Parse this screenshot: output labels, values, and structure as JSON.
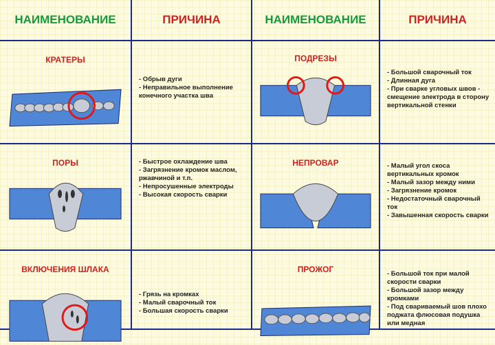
{
  "headers": [
    "НАИМЕНОВАНИЕ",
    "ПРИЧИНА",
    "НАИМЕНОВАНИЕ",
    "ПРИЧИНА"
  ],
  "defects": [
    {
      "name": "КРАТЕРЫ",
      "causes": [
        "- Обрыв дуги",
        "- Неправильное выполнение конечного участка шва"
      ]
    },
    {
      "name": "ПОДРЕЗЫ",
      "causes": [
        "- Большой сварочный ток",
        "- Длинная дуга",
        "- При сварке угловых швов - смещение электрода в сторону вертикальной стенки"
      ]
    },
    {
      "name": "ПОРЫ",
      "causes": [
        "- Быстрое охлаждение шва",
        "- Загрязнение кромок маслом, ржавчиной и т.п.",
        "- Непросушенные электроды",
        "- Высокая скорость сварки"
      ]
    },
    {
      "name": "НЕПРОВАР",
      "causes": [
        "- Малый угол скоса вертикальных кромок",
        "- Малый зазор между ними",
        "- Загрязнение кромок",
        "- Недостаточный сварочный ток",
        "- Завышенная скорость сварки"
      ]
    },
    {
      "name": "ВКЛЮЧЕНИЯ ШЛАКА",
      "causes": [
        "- Грязь на кромках",
        "- Малый сварочный ток",
        "- Большая скорость сварки"
      ]
    },
    {
      "name": "ПРОЖОГ",
      "causes": [
        "- Большой ток при малой скорости сварки",
        "- Большой зазор между кромками",
        "- Под свариваемый шов плохо поджата флюсовая подушка или медная"
      ]
    }
  ],
  "colors": {
    "plate": "#4f86d6",
    "marker": "#e01818",
    "header_green": "#169a3c",
    "header_red": "#d81e1e"
  }
}
